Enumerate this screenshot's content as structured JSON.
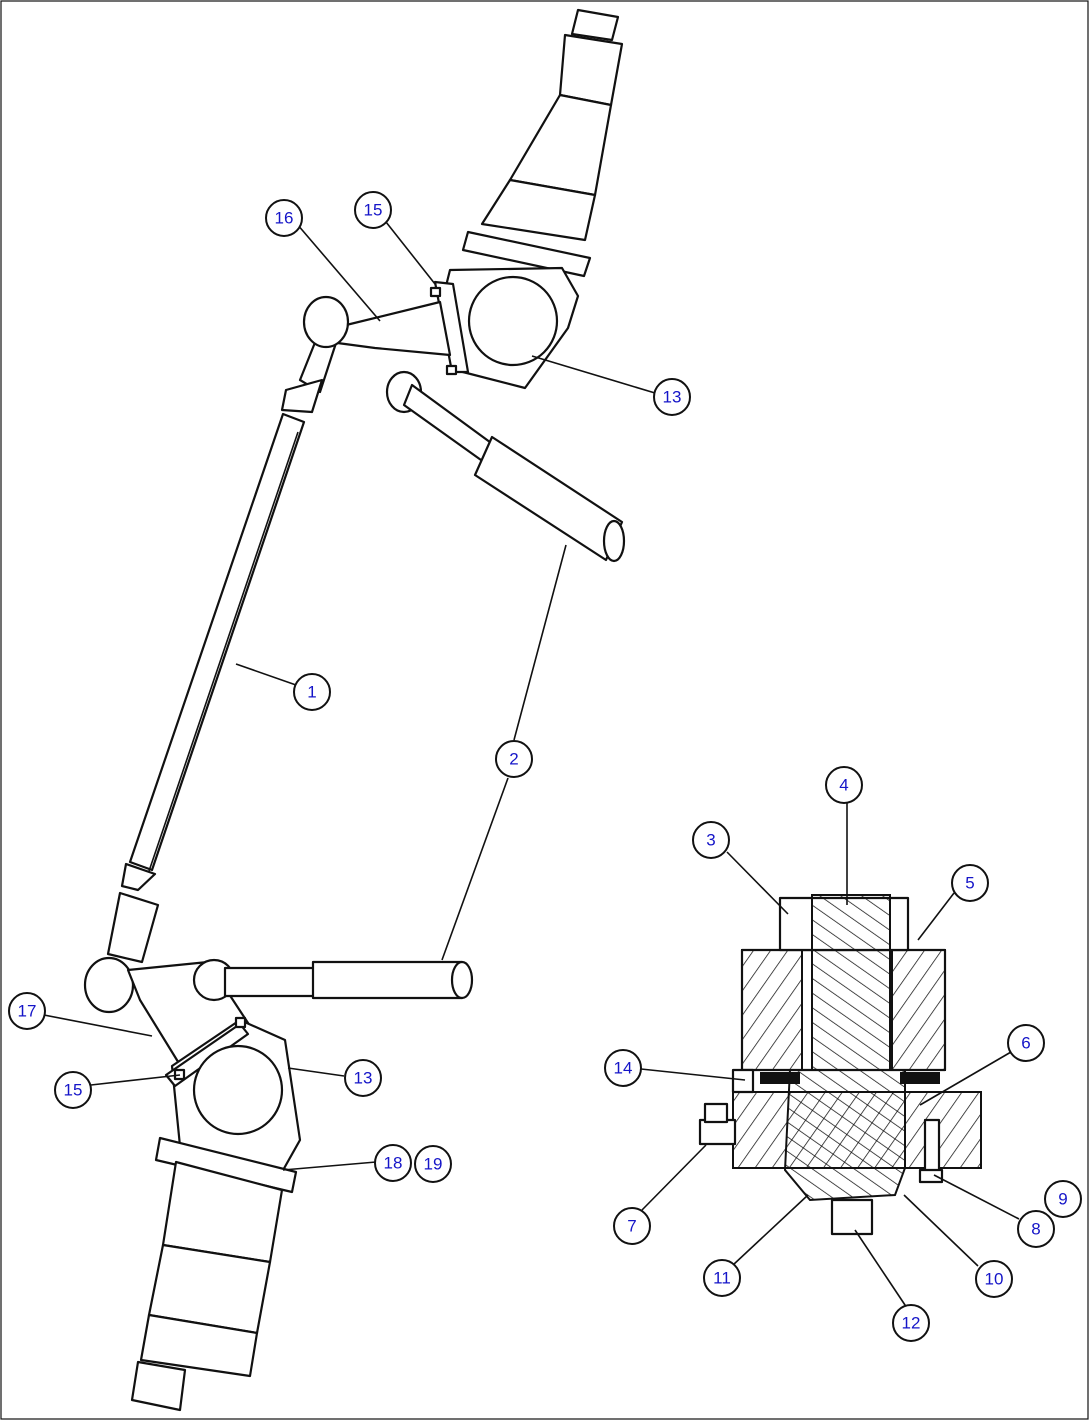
{
  "colors": {
    "line": "#111111",
    "callout_text": "#1515c8",
    "background": "#ffffff"
  },
  "callouts": {
    "c1": "1",
    "c2": "2",
    "c3": "3",
    "c4": "4",
    "c5": "5",
    "c6": "6",
    "c7": "7",
    "c8": "8",
    "c9": "9",
    "c10": "10",
    "c11": "11",
    "c12": "12",
    "c13a": "13",
    "c13b": "13",
    "c14": "14",
    "c15a": "15",
    "c15b": "15",
    "c16": "16",
    "c17": "17",
    "c18": "18",
    "c19": "19"
  }
}
